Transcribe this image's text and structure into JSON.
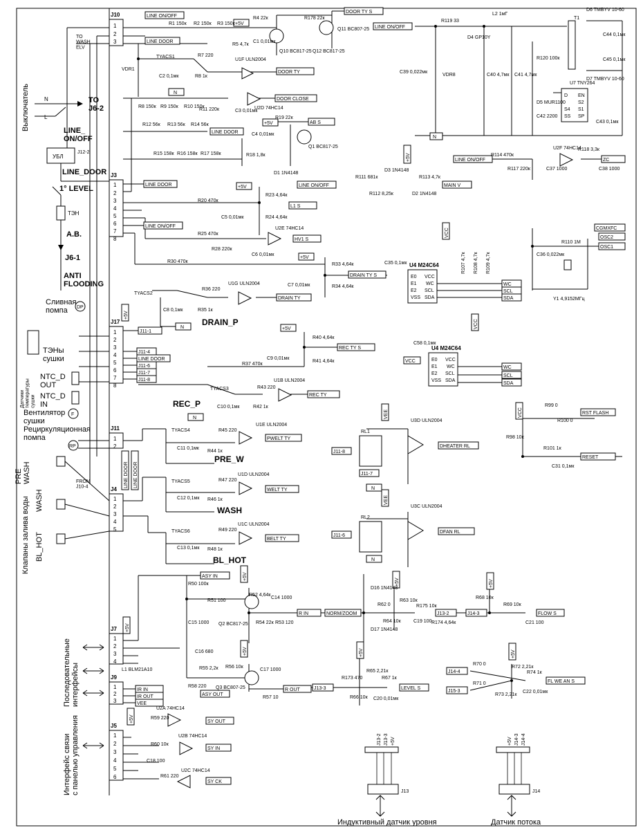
{
  "connectors": {
    "j10": "J10",
    "j3": "J3",
    "j17": "J17",
    "j11": "J11",
    "j4": "J4",
    "j7": "J7",
    "j9": "J9",
    "j5": "J5",
    "j13": "J13",
    "j14": "J14",
    "j12_2": "J12-2"
  },
  "left_labels": {
    "switch": "Выключатель",
    "to_j6_2": "TO\nJ6-2",
    "n": "N",
    "l": "L",
    "line_onoff": "LINE_\nON/OFF",
    "ubl": "УБЛ",
    "line_door": "LINE_DOOR",
    "level1": "1° LEVEL",
    "ten": "ТЭН",
    "ab": "A.B.",
    "j6_1": "J6-1",
    "anti_flooding": "ANTI\nFLOODING",
    "drain_pump": "Сливная\nпомпа",
    "dp": "DP",
    "dryer_heaters": "ТЭНы\nсушки",
    "ntc_out": "NTC_D\nOUT",
    "ntc_in": "NTC_D\nIN",
    "dryer_temp_sensors": "Датчики\nтемпературы\nсушки",
    "dryer_fan": "Вентилятор\nсушки",
    "f": "F",
    "recirc_pump": "Рециркуляционная\nпомпа",
    "rp": "RP",
    "water_valves": "Клапаны залива воды",
    "pre_wash": "PRE\nWASH",
    "wash": "WASH",
    "bl_hot": "BL_HOT",
    "from_j10_4": "FROM\nJ10-4",
    "to_wash_elv": "TO\nWASH\nELV",
    "serial_interfaces": "Последовательные\nинтерфейсы",
    "panel_interface": "Интерфейс связи\nс панелью управления",
    "level_sensor": "Индуктивный датчик уровня",
    "flow_sensor": "Датчик потока"
  },
  "net_labels": [
    "LINE ON/OFF",
    "LINE DOOR",
    "DOOR TY S",
    "DOOR TY",
    "DOOR CLOSE",
    "AB S",
    "LINE DOOR",
    "LINE ON/OFF",
    "MAIN V",
    "L1 S",
    "LINE ON/OFF",
    "HV1 S",
    "DRAIN TY S",
    "DRAIN TY",
    "J11-1",
    "J11-4",
    "LINE DOOR",
    "J11-6",
    "J11-7",
    "J11-8",
    "REC TY S",
    "REC TY",
    "PWELT TY",
    "WELT TY",
    "BELT TY",
    "ASY IN",
    "R IN",
    "NORM/ZOOM",
    "J13-2",
    "J14-3",
    "FLOW S",
    "IR IN",
    "IR OUT",
    "VEE",
    "ASY OUT",
    "R OUT",
    "J13-3",
    "LEVEL S",
    "J14-4",
    "J15-3",
    "FL WE AN S",
    "SY OUT",
    "SY IN",
    "SY CK",
    "LINE ON/OFF",
    "N",
    "ZC",
    "CGMXFC",
    "OSC2",
    "OSC1",
    "WC",
    "SCL",
    "SDA",
    "WC",
    "SCL",
    "SDA",
    "VCC",
    "DHEATER RL",
    "DFAN RL",
    "J11-8",
    "J11-7",
    "J11-6",
    "RST FLASH",
    "RESET",
    "LINE DOOR",
    "LINE DOOR"
  ],
  "load_labels": {
    "drain_p": "DRAIN_P",
    "rec_p": "REC_P",
    "pre_w": "PRE_W",
    "wash": "WASH",
    "bl_hot": "BL_HOT"
  },
  "components": [
    "R1 150к",
    "R2 150к",
    "R3 150к",
    "R4 22к",
    "R178 22к",
    "R5 4,7к",
    "C1 0,01мк",
    "Q11 BC807-25",
    "Q10 BC817-25",
    "Q12 BC817-25",
    "U1F ULN2004",
    "TYACS1",
    "VDR1",
    "R7 220",
    "C2 0,1мк",
    "R8 1к",
    "R8 150к",
    "R9 150к",
    "R10 150к",
    "R11 220к",
    "C3 0,01мк",
    "U2D 74HC14",
    "R19 22к",
    "R12 56к",
    "R13 56к",
    "R14 56к",
    "C4 0,01мк",
    "Q1 BC817-25",
    "R15 158к",
    "R16 158к",
    "R17 158к",
    "R18 1,8к",
    "D1 1N4148",
    "R23 4,64к",
    "R20 470к",
    "C5 0,01мк",
    "R24 4,64к",
    "R25 470к",
    "R28 220к",
    "C6 0,01мк",
    "U2E 74HC14",
    "R30 470к",
    "R33 4,64к",
    "C7 0,01мк",
    "R34 4,64к",
    "TYACS2",
    "R36 220",
    "C8 0,1мк",
    "R35 1к",
    "U1G ULN2004",
    "R111 681к",
    "R112 8,25к",
    "D3 1N4148",
    "D2 1N4148",
    "R113 4,7к",
    "R40 4,64к",
    "R37 470к",
    "C9 0,01мк",
    "R41 4,64к",
    "TYACS3",
    "R43 220",
    "C10 0,1мк",
    "R42 1к",
    "U1B ULN2004",
    "TYACS4",
    "R45 220",
    "C11 0,1мк",
    "R44 1к",
    "U1E ULN2004",
    "TYACS5",
    "R47 220",
    "C12 0,1мк",
    "R46 1к",
    "U1D ULN2004",
    "TYACS6",
    "R49 220",
    "C13 0,1мк",
    "R48 1к",
    "U1C ULN2004",
    "R50 100к",
    "R51 100",
    "R52 4,64к",
    "C14 1000",
    "C15 1000",
    "Q2 BC817-25",
    "R54 22к",
    "R53 120",
    "C16 680",
    "L1 BLM21A10",
    "R55 2,2к",
    "R56 10к",
    "C17 1000",
    "Q3 BC807-25",
    "R58 220",
    "R57 10",
    "D16 1N4148",
    "R62 0",
    "D17 1N4148",
    "R63 10к",
    "R64 10к",
    "C19 100",
    "R175 10к",
    "R174 4,64к",
    "R65 2,21к",
    "R173 470",
    "R66 10к",
    "R67 1к",
    "C20 0,01мк",
    "R68 10к",
    "R69 10к",
    "C21 100",
    "R70 0",
    "R71 0",
    "R72 2,21к",
    "R73 2,21к",
    "R74 1к",
    "C22 0,01мк",
    "U2A 74HC14",
    "R59 220",
    "U2B 74HC14",
    "R60 10к",
    "C18 100",
    "U2C 74HC14",
    "R61 220",
    "R119 33",
    "D4 GP10Y",
    "L2 1мГ",
    "T1",
    "D6 TMBYV 10-60",
    "C44 0,1мк",
    "C45 0,1мк",
    "D7 TMBYV 10-60",
    "C39 0,022мк",
    "VDR8",
    "R120 100к",
    "C40 4,7мк",
    "C41 4,7мк",
    "D5 MUR1100",
    "C42 2200",
    "U7 TNY264",
    "C43 0,1мк",
    "R114 470к",
    "U2F 74HC14",
    "R118 3,3к",
    "R117 220к",
    "C37 1000",
    "C38 1000",
    "C36 0,022мк",
    "R110 1M",
    "Y1 4,9152МГц",
    "C35 0,1мк",
    "U4 M24C64",
    "R107 4,7к",
    "R108 4,7к",
    "R109 4,7к",
    "C58 0,1мк",
    "U4 M24C64",
    "RL1",
    "U3D ULN2004",
    "RL2",
    "U3C ULN2004",
    "R99 0",
    "R100 0",
    "R98 10к",
    "R101 1к",
    "C31 0,1мк"
  ],
  "eeprom_pins": [
    "E0",
    "E1",
    "E2",
    "VSS",
    "VCC",
    "WC",
    "SCL",
    "SDA"
  ],
  "tny_pins": [
    "D",
    "EN",
    "S2",
    "S4",
    "S1",
    "SS",
    "SP"
  ],
  "power_labels": [
    "+5V",
    "+5V",
    "+5V",
    "+5V",
    "+5V",
    "+5V",
    "+5V",
    "+5V",
    "+5V",
    "+5V",
    "+5V",
    "+5V",
    "+5V",
    "+5V",
    "+5V",
    "VCC",
    "VCC",
    "VEE",
    "VEE",
    "VCC",
    "N",
    "N",
    "N",
    "N",
    "N",
    "N",
    "N"
  ],
  "connector_pins": [
    "1",
    "2",
    "3",
    "4",
    "5",
    "6",
    "7",
    "8"
  ],
  "j13_pins": [
    "J13-2",
    "J13-3",
    "+5V"
  ],
  "j14_pins": [
    "+5V",
    "J14-3",
    "J14-4"
  ]
}
